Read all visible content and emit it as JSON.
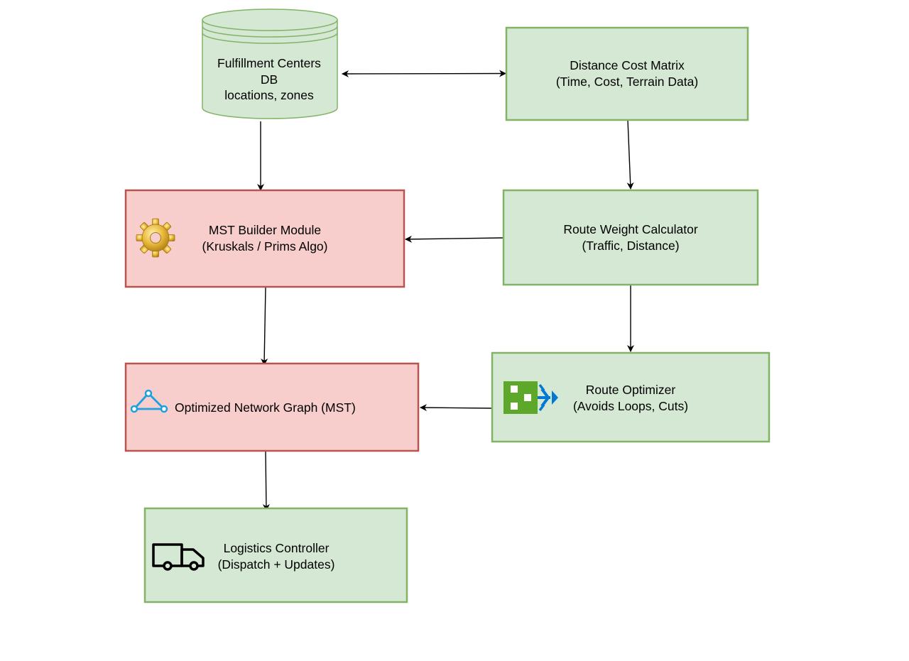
{
  "colors": {
    "green_fill": "#d5e8d4",
    "green_stroke": "#82b366",
    "red_fill": "#f8cecc",
    "red_stroke": "#b85450",
    "arrow": "#000000",
    "network_icon": "#1ba1e2",
    "optimizer_icon_green": "#5ea829",
    "optimizer_icon_blue": "#0078d4",
    "gear_icon": "#e8b93a"
  },
  "nodes": {
    "fulfillment_db": {
      "line1": "Fulfillment Centers",
      "line2": "DB",
      "line3": "locations, zones"
    },
    "distance_matrix": {
      "line1": "Distance Cost Matrix",
      "line2": "(Time, Cost, Terrain Data)"
    },
    "mst_builder": {
      "line1": "MST Builder Module",
      "line2": "(Kruskals / Prims Algo)",
      "icon": "gear-icon"
    },
    "route_weight": {
      "line1": "Route Weight Calculator",
      "line2": "(Traffic, Distance)"
    },
    "network_graph": {
      "line1": "Optimized Network Graph (MST)",
      "icon": "network-triangle-icon"
    },
    "route_optimizer": {
      "line1": "Route Optimizer",
      "line2": "(Avoids Loops, Cuts)",
      "icon": "route-optimizer-icon"
    },
    "logistics_controller": {
      "line1": "Logistics Controller",
      "line2": "(Dispatch + Updates)",
      "icon": "truck-icon"
    }
  }
}
